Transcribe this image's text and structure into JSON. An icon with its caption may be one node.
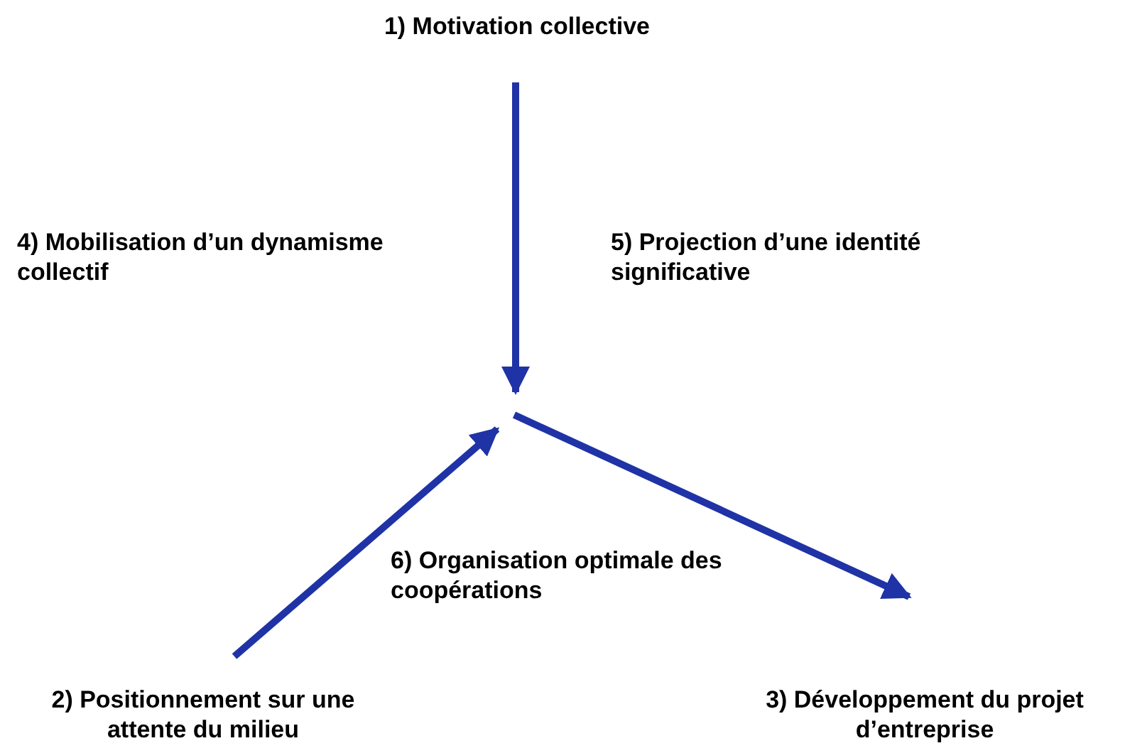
{
  "diagram": {
    "nodes": [
      {
        "text": [
          "1) Motivation collective"
        ]
      },
      {
        "text": [
          "2) Positionnement sur une attente du milieu"
        ]
      },
      {
        "text": [
          "3) Développement du projet d’entreprise"
        ]
      }
    ],
    "edges": [
      {
        "from": 0,
        "to": null,
        "arrow": "to"
      },
      {
        "from": 1,
        "to": null,
        "arrow": "to"
      },
      {
        "from": null,
        "to": 2,
        "arrow": "to"
      }
    ],
    "labels": [
      "4) Mobilisation d’un dynamisme collectif",
      "5) Projection d’une identité significative",
      "6) Organisation optimale des coopérations"
    ]
  }
}
